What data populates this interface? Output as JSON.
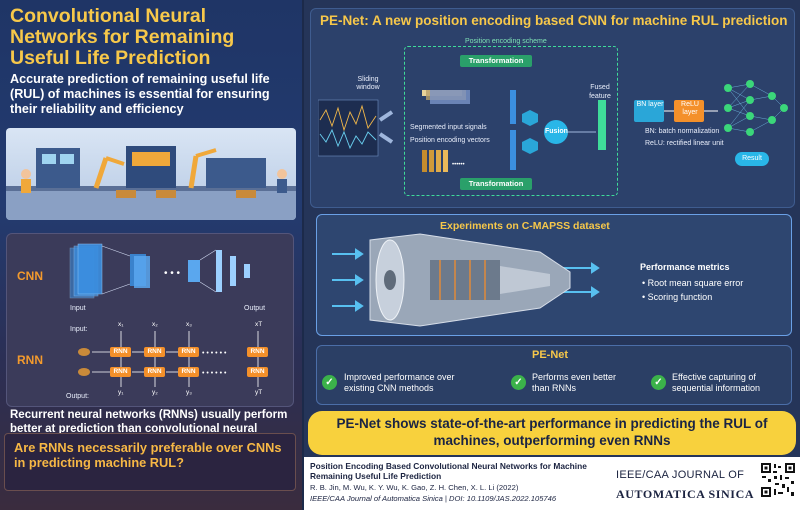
{
  "left": {
    "title": "Convolutional Neural Networks for Remaining Useful Life Prediction",
    "intro": "Accurate prediction of remaining useful life (RUL) of machines is essential for ensuring their reliability and efficiency",
    "cnn_label": "CNN",
    "rnn_label": "RNN",
    "cnn_input": "Input",
    "cnn_output": "Output",
    "cnn_ellipsis": "• • •",
    "rnn_input_label": "Input:",
    "rnn_output_label": "Output:",
    "rnn_x": [
      "x₁",
      "x₂",
      "x₃",
      "xT"
    ],
    "rnn_y": [
      "y₁",
      "y₂",
      "y₃",
      "yT"
    ],
    "rnn_cell": "RNN",
    "rnn_text": "Recurrent neural networks (RNNs) usually perform better at prediction than convolutional neural networks (CNNs)",
    "question": "Are RNNs necessarily preferable over CNNs in predicting machine RUL?"
  },
  "pe_net": {
    "title": "PE-Net: A new position encoding based CNN for machine RUL prediction",
    "scheme": "Position encoding scheme",
    "sliding_window": "Sliding window",
    "transformation_top": "Transformation",
    "transformation_bottom": "Transformation",
    "segmented": "Segmented input signals",
    "pos_vectors": "Position encoding vectors",
    "fusion": "Fusion",
    "fused_feature": "Fused feature",
    "bn_layer": "BN layer",
    "relu_layer": "ReLU layer",
    "bn_def": "BN: batch normalization",
    "relu_def": "ReLU: rectified linear unit",
    "result": "Result"
  },
  "experiments": {
    "title": "Experiments on C-MAPSS dataset",
    "metrics_title": "Performance metrics",
    "metrics": [
      "Root mean square error",
      "Scoring function"
    ]
  },
  "pe_results": {
    "title": "PE-Net",
    "items": [
      "Improved performance over existing CNN methods",
      "Performs even better than RNNs",
      "Effective capturing of sequential information"
    ]
  },
  "banner": "PE-Net shows state-of-the-art performance in predicting the RUL of machines, outperforming even RNNs",
  "citation": {
    "title": "Position Encoding Based Convolutional Neural Networks for Machine Remaining Useful Life Prediction",
    "authors": "R. B. Jin, M. Wu, K. Y. Wu, K. Gao, Z. H. Chen, X. L. Li (2022)",
    "journal_doi": "IEEE/CAA Journal of Automatica Sinica | DOI: 10.1109/JAS.2022.105746",
    "journal_name_1": "IEEE/CAA JOURNAL OF",
    "journal_name_2": "AUTOMATICA SINICA"
  },
  "colors": {
    "accent_yellow": "#f7c84a",
    "orange": "#f4902a",
    "green": "#3bb24a",
    "navy": "#253559"
  },
  "icons": [
    "check-icon",
    "qr-code-icon",
    "neural-net-icon",
    "turbofan-engine-icon",
    "robot-arm-icon"
  ]
}
